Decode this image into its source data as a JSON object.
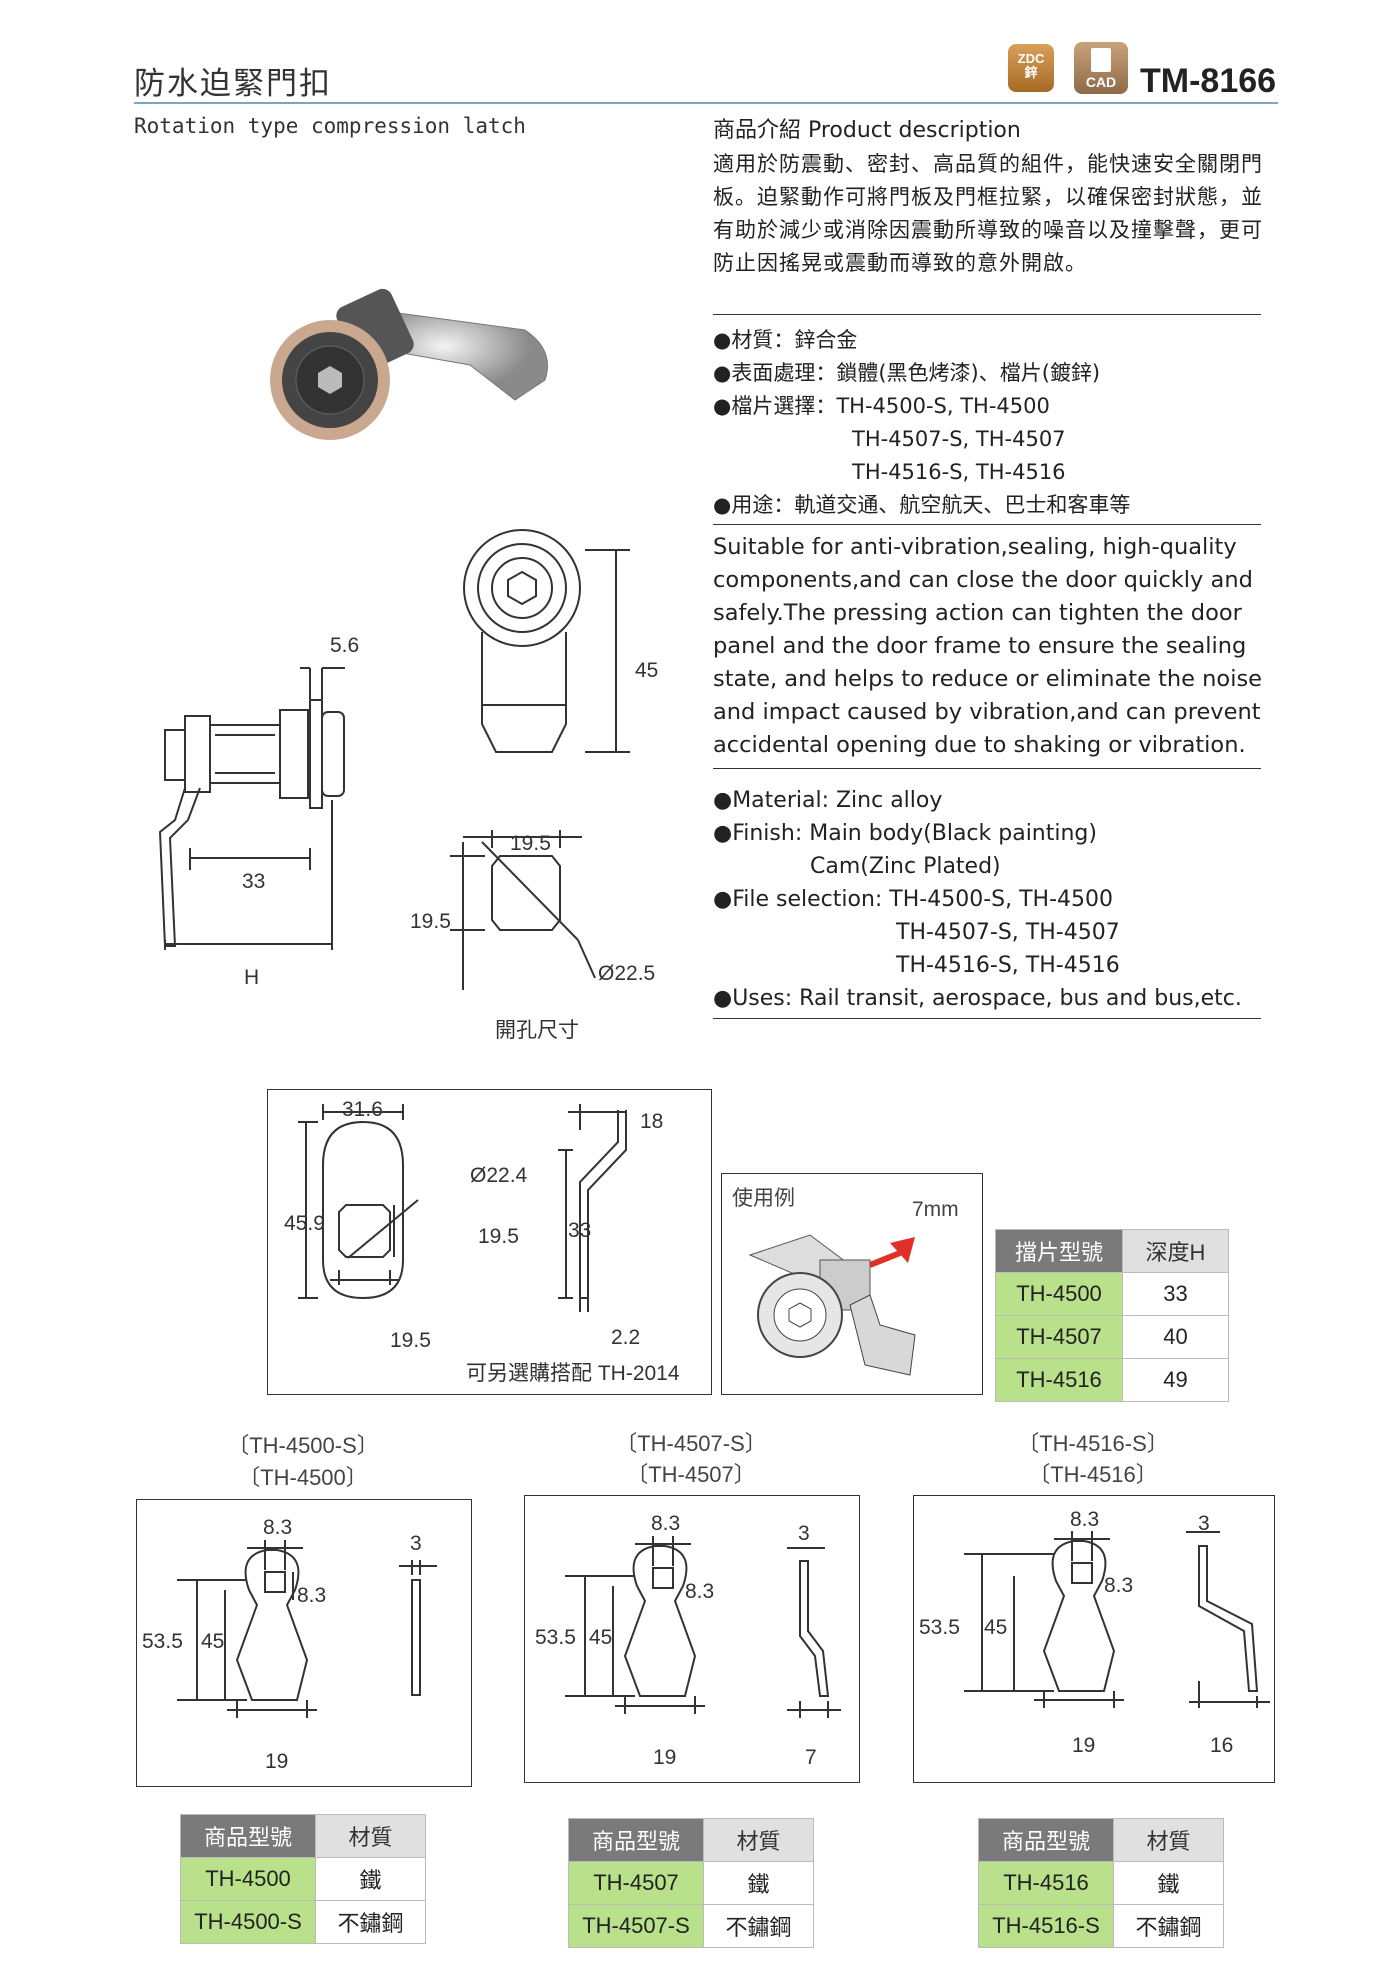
{
  "header": {
    "title_zh": "防水迫緊門扣",
    "title_en": "Rotation type compression latch",
    "badge_zdc_top": "ZDC",
    "badge_zdc_bottom": "鋅",
    "badge_cad": "CAD",
    "model": "TM-8166"
  },
  "description": {
    "heading": "商品介紹 Product description",
    "zh_text": "適用於防震動、密封、高品質的組件，能快速安全關閉門板。迫緊動作可將門板及門框拉緊，以確保密封狀態，並有助於減少或消除因震動所導致的噪音以及撞擊聲，更可防止因搖晃或震動而導致的意外開啟。",
    "zh_bullets": {
      "material": "●材質：鋅合金",
      "finish": "●表面處理：鎖體(黑色烤漆)、檔片(鍍鋅)",
      "file_1": "●檔片選擇：TH-4500-S, TH-4500",
      "file_2": "TH-4507-S, TH-4507",
      "file_3": "TH-4516-S, TH-4516",
      "uses": "●用途：軌道交通、航空航天、巴士和客車等"
    },
    "en_text": "Suitable for anti-vibration,sealing, high-quality components,and can close the door quickly and safely.The pressing action can tighten the door panel and the door frame to ensure the sealing state, and helps to reduce or eliminate the noise and impact caused by vibration,and can prevent accidental opening due to shaking or vibration.",
    "en_bullets": {
      "material": "●Material: Zinc alloy",
      "finish_1": "●Finish: Main body(Black painting)",
      "finish_2": "Cam(Zinc Plated)",
      "file_1": "●File selection: TH-4500-S, TH-4500",
      "file_2": "TH-4507-S, TH-4507",
      "file_3": "TH-4516-S, TH-4516",
      "uses": "●Uses: Rail transit, aerospace, bus and bus,etc."
    }
  },
  "drawing_main": {
    "d_5_6": "5.6",
    "d_33": "33",
    "d_h": "H",
    "d_45": "45",
    "d_19_5_top": "19.5",
    "d_19_5_side": "19.5",
    "d_22_5": "Ø22.5",
    "hole_caption": "開孔尺寸"
  },
  "drawing_cam": {
    "d_31_6": "31.6",
    "d_18": "18",
    "d_22_4": "Ø22.4",
    "d_45_9": "45.9",
    "d_19_5a": "19.5",
    "d_33": "33",
    "d_19_5b": "19.5",
    "d_2_2": "2.2",
    "option_note": "可另選購搭配 TH-2014"
  },
  "usage": {
    "label": "使用例",
    "mm": "7mm"
  },
  "depth_table": {
    "headers": [
      "擋片型號",
      "深度H"
    ],
    "rows": [
      [
        "TH-4500",
        "33"
      ],
      [
        "TH-4507",
        "40"
      ],
      [
        "TH-4516",
        "49"
      ]
    ]
  },
  "variants": [
    {
      "caption_1": "〔TH-4500-S〕",
      "caption_2": "〔TH-4500〕",
      "dims": {
        "a": "8.3",
        "b": "3",
        "c": "8.3",
        "h1": "53.5",
        "h2": "45",
        "w": "19",
        "off": ""
      },
      "table": {
        "headers": [
          "商品型號",
          "材質"
        ],
        "rows": [
          [
            "TH-4500",
            "鐵"
          ],
          [
            "TH-4500-S",
            "不鏽鋼"
          ]
        ]
      }
    },
    {
      "caption_1": "〔TH-4507-S〕",
      "caption_2": "〔TH-4507〕",
      "dims": {
        "a": "8.3",
        "b": "3",
        "c": "8.3",
        "h1": "53.5",
        "h2": "45",
        "w": "19",
        "off": "7"
      },
      "table": {
        "headers": [
          "商品型號",
          "材質"
        ],
        "rows": [
          [
            "TH-4507",
            "鐵"
          ],
          [
            "TH-4507-S",
            "不鏽鋼"
          ]
        ]
      }
    },
    {
      "caption_1": "〔TH-4516-S〕",
      "caption_2": "〔TH-4516〕",
      "dims": {
        "a": "8.3",
        "b": "3",
        "c": "8.3",
        "h1": "53.5",
        "h2": "45",
        "w": "19",
        "off": "16"
      },
      "table": {
        "headers": [
          "商品型號",
          "材質"
        ],
        "rows": [
          [
            "TH-4516",
            "鐵"
          ],
          [
            "TH-4516-S",
            "不鏽鋼"
          ]
        ]
      }
    }
  ],
  "colors": {
    "rule": "#7aa6c2",
    "table_green": "#b9e08a",
    "table_header": "#7a7a7a",
    "arrow_red": "#e0302a"
  }
}
